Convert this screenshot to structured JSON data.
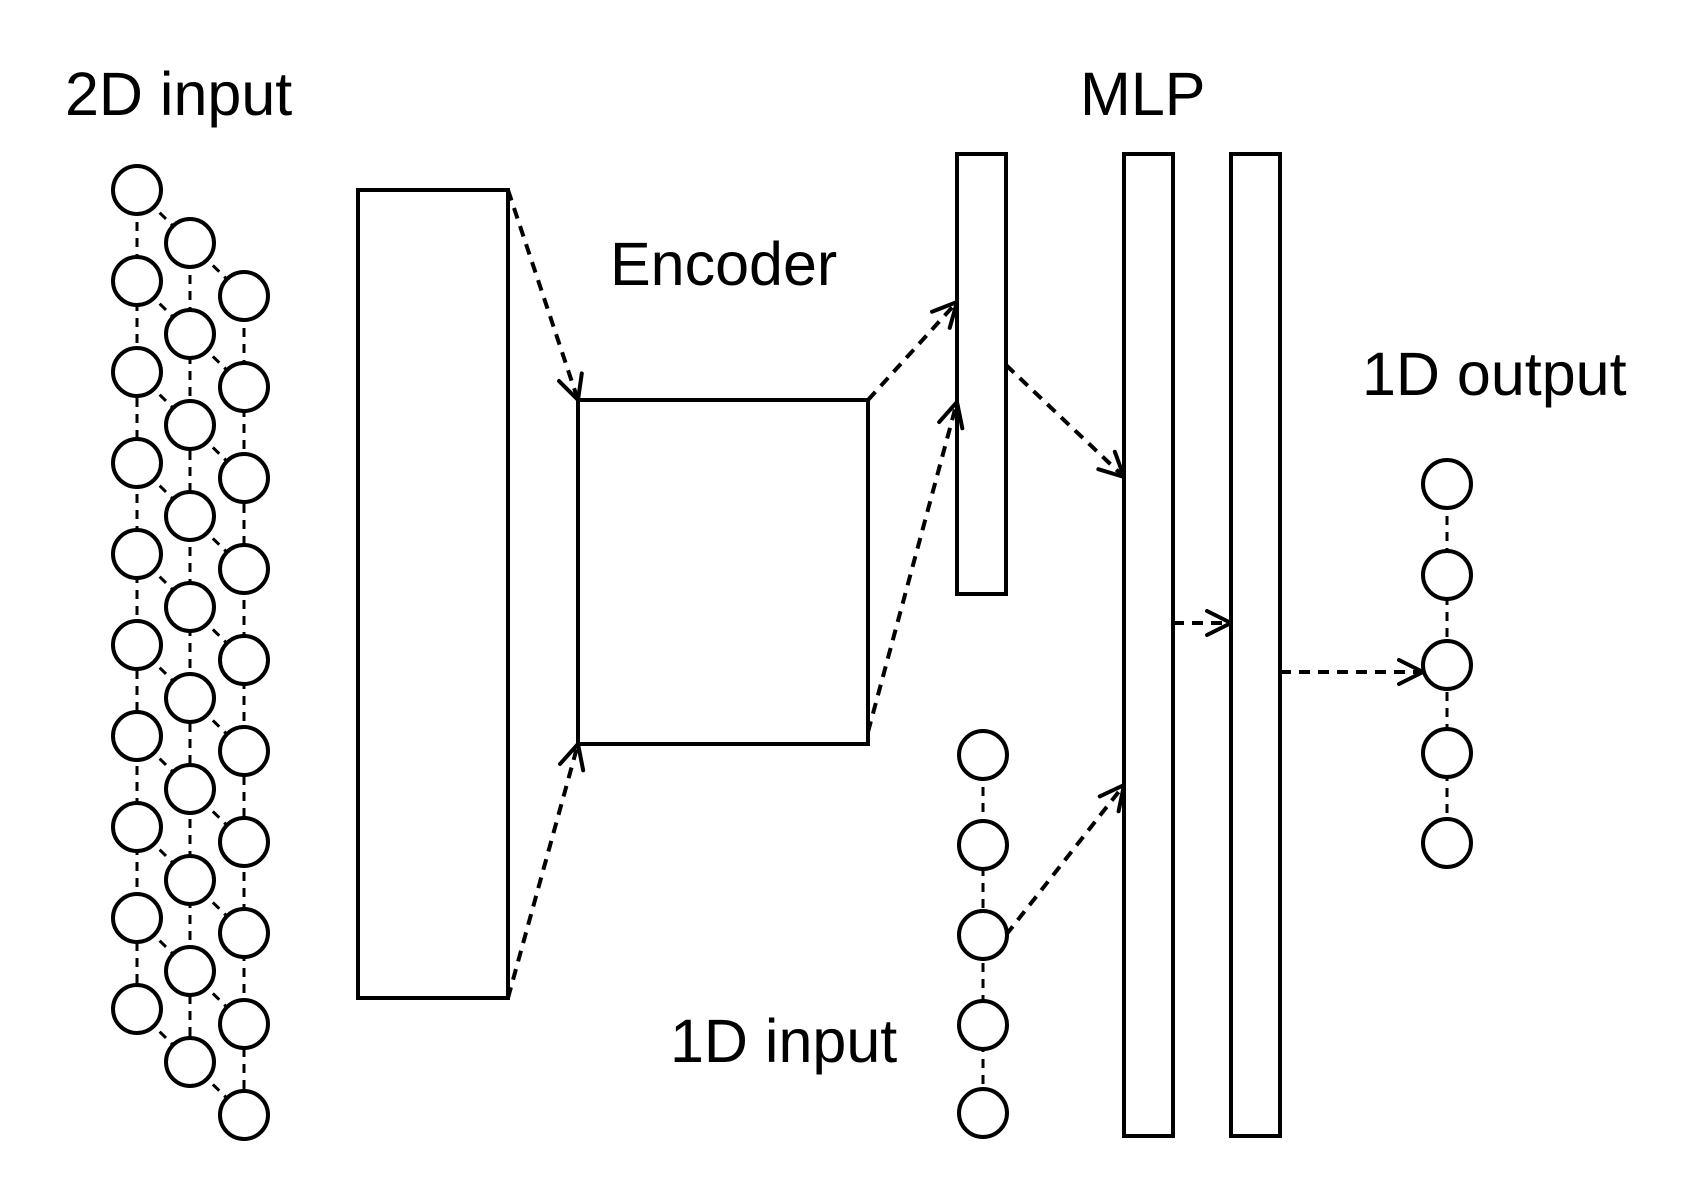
{
  "diagram": {
    "labels": {
      "input_2d": "2D input",
      "encoder": "Encoder",
      "mlp": "MLP",
      "output_1d": "1D output",
      "input_1d": "1D input"
    },
    "colors": {
      "stroke": "#000000",
      "background": "#ffffff"
    },
    "blocks": [
      "2d-input-embedding-block",
      "encoder-block",
      "encoder-output-block",
      "mlp-layer-1-block",
      "mlp-layer-2-block"
    ],
    "node_groups": {
      "input_2d_nodes": 30,
      "input_1d_nodes": 5,
      "output_1d_nodes": 5
    }
  }
}
